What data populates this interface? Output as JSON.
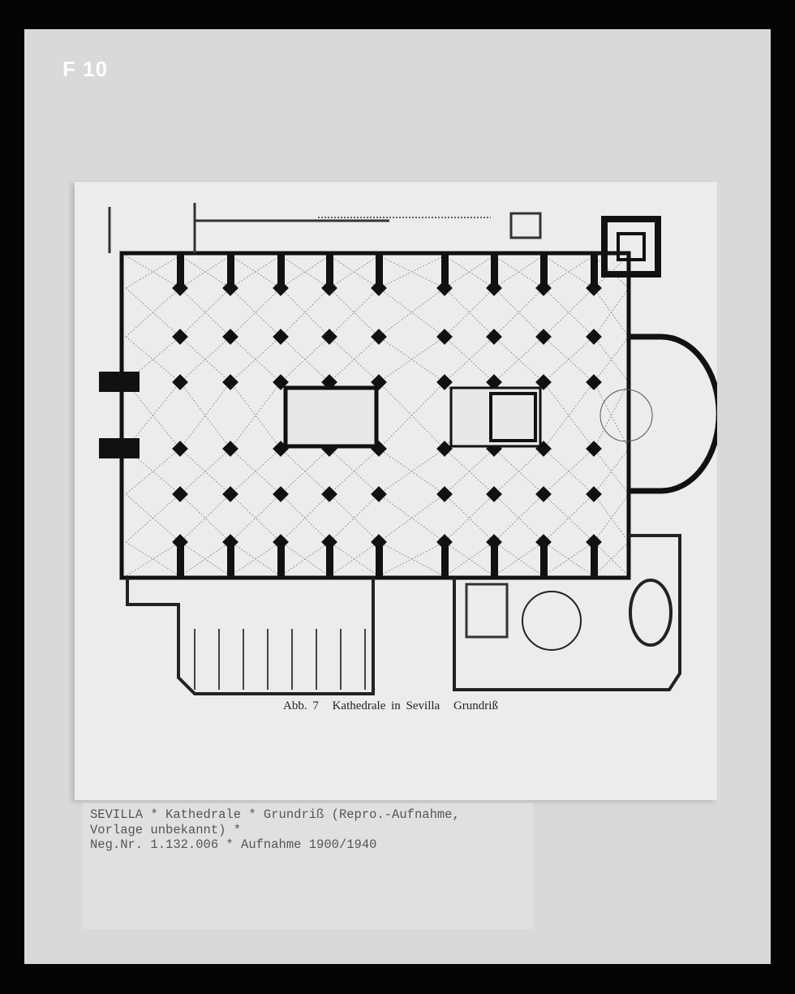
{
  "card_id": "F 10",
  "print": {
    "caption": {
      "fig": "Abb. 7",
      "title": "Kathedrale in Sevilla",
      "subtitle": "Grundriß"
    }
  },
  "note": {
    "lines": [
      "SEVILLA * Kathedrale * Grundriß (Repro.-Aufnahme,",
      "Vorlage unbekannt) *",
      "Neg.Nr. 1.132.006 * Aufnahme 1900/1940"
    ]
  }
}
